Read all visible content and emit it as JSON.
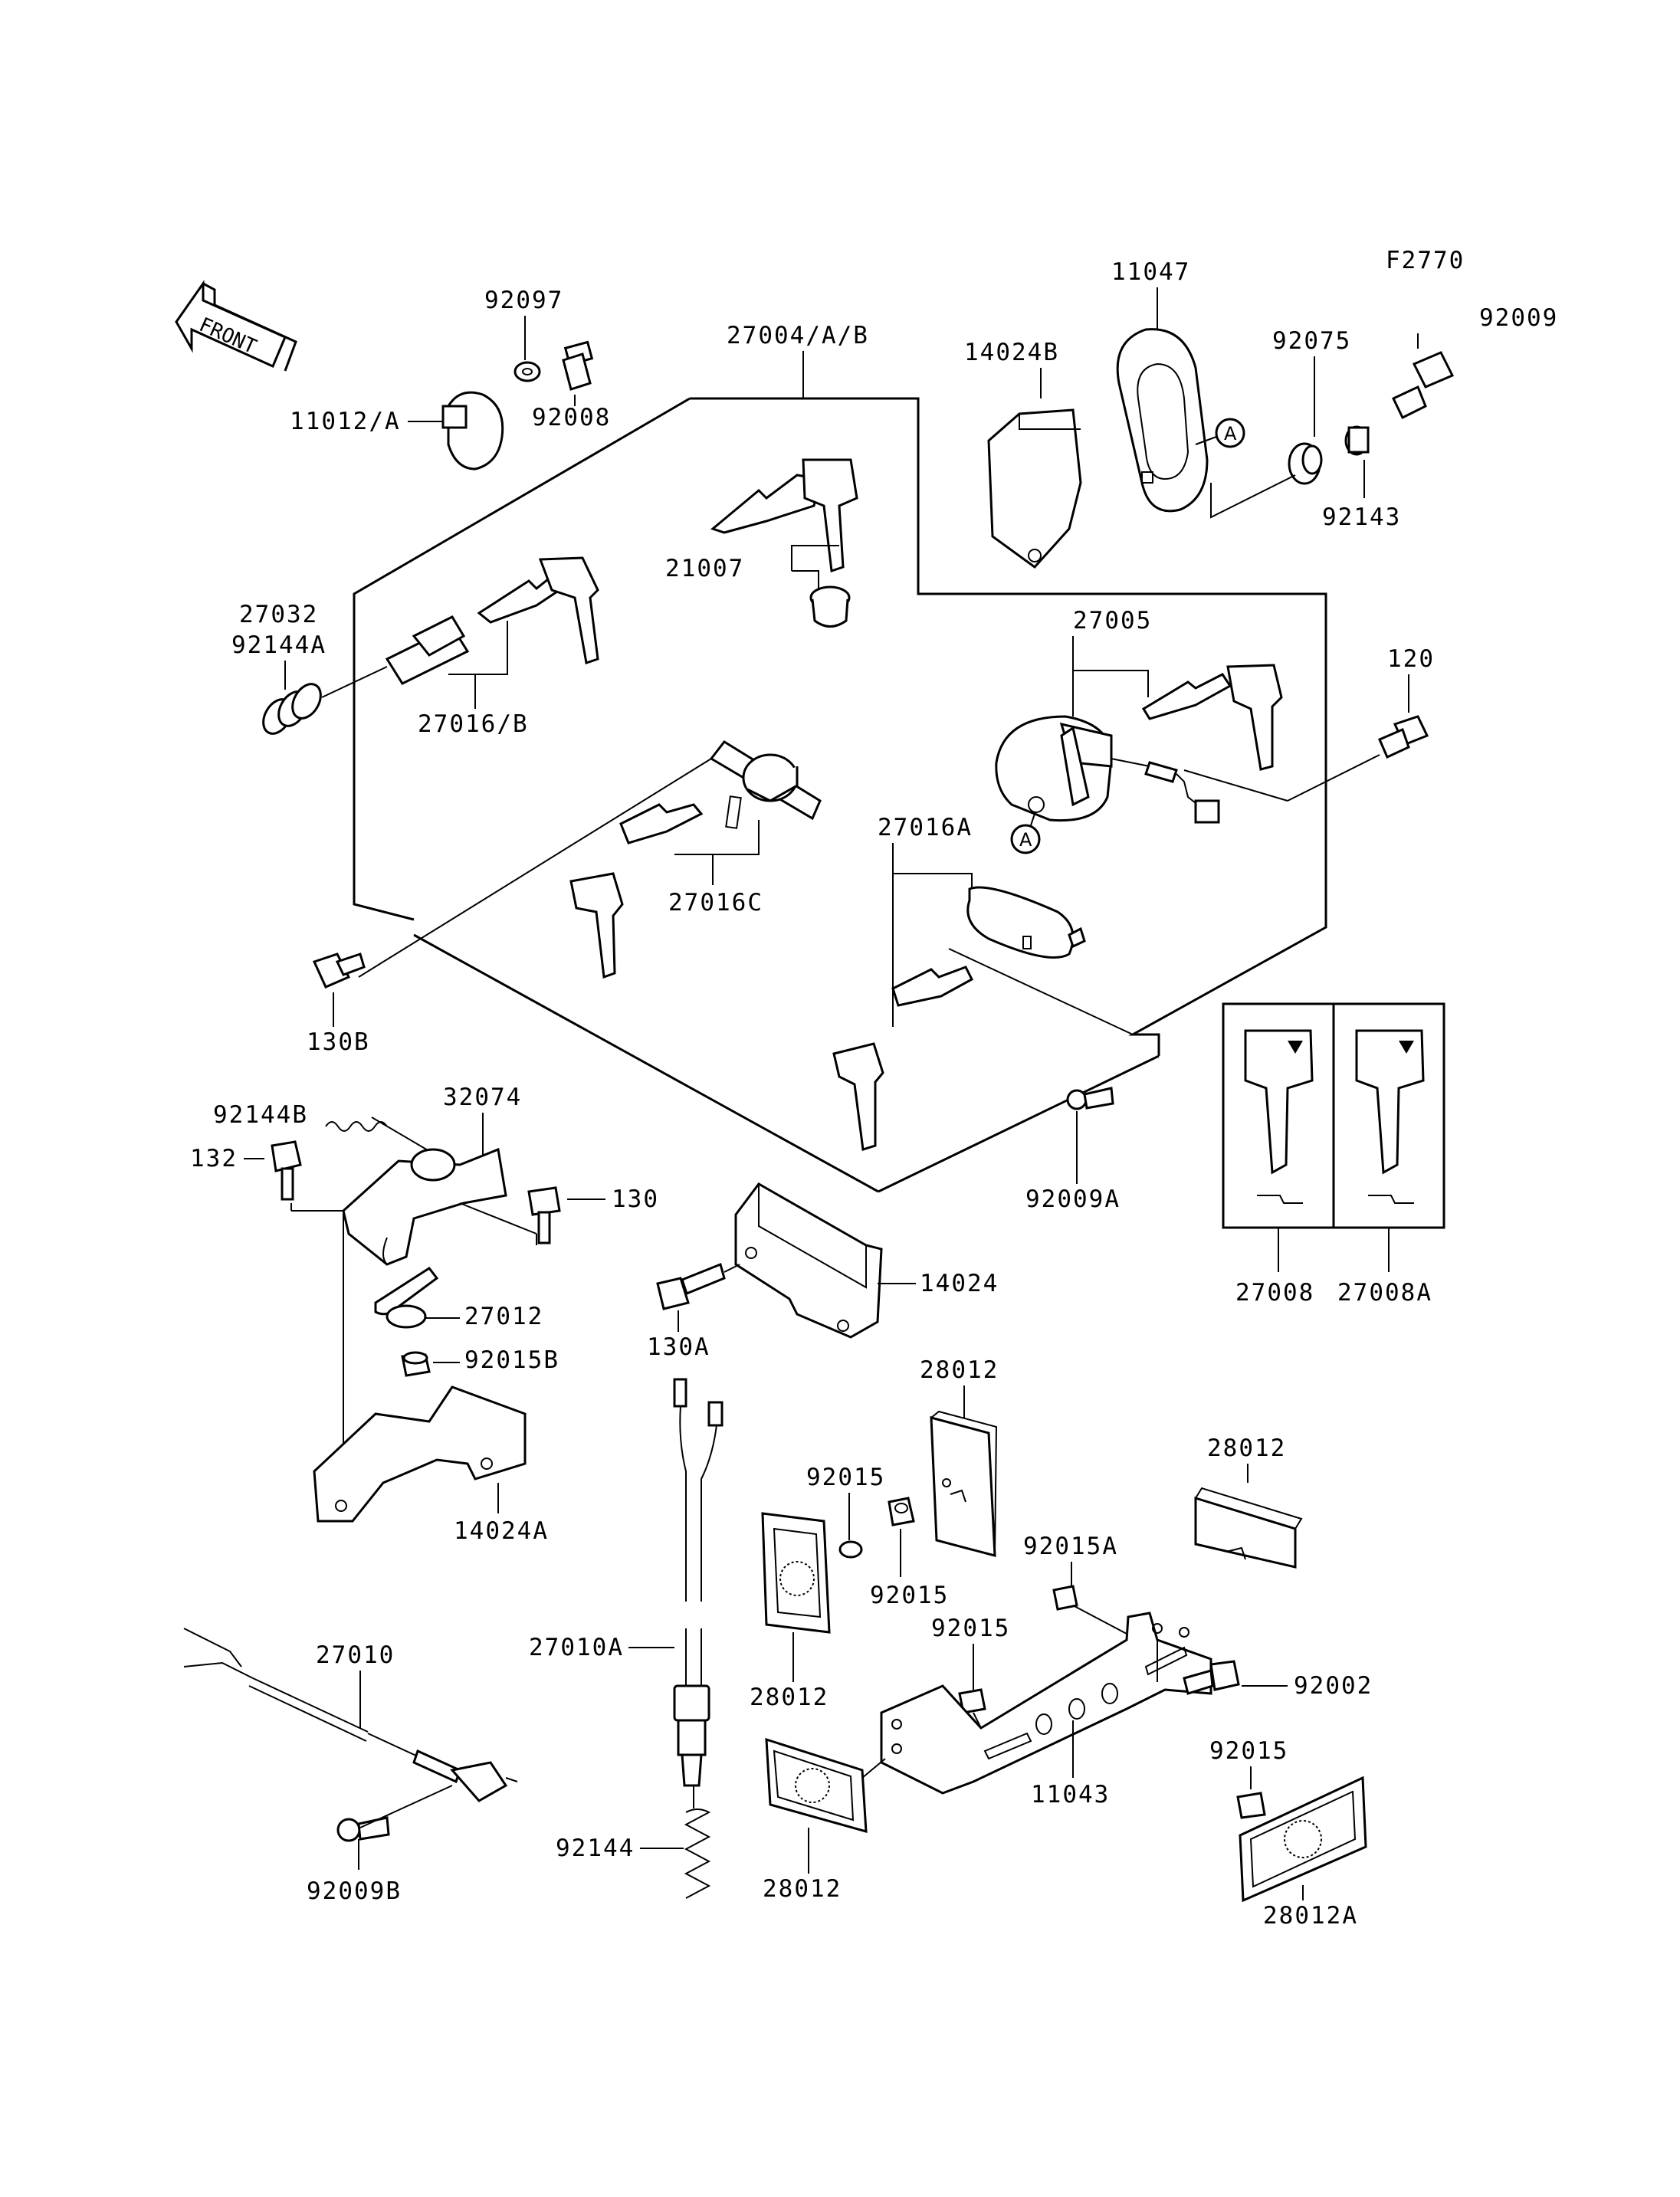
{
  "diagram_code": "F2770",
  "front_label": "FRONT",
  "callout_letter": "A",
  "labels": {
    "p92097": "92097",
    "p11012A": "11012/A",
    "p92008": "92008",
    "p27004AB": "27004/A/B",
    "p21007": "21007",
    "p27032": "27032",
    "p92144A": "92144A",
    "p27016B": "27016/B",
    "p27016C": "27016C",
    "p130B": "130B",
    "p27016A": "27016A",
    "p11047": "11047",
    "p14024B": "14024B",
    "p92009": "92009",
    "p92075": "92075",
    "p92143": "92143",
    "p27005": "27005",
    "p120": "120",
    "p92009A": "92009A",
    "p27008": "27008",
    "p27008A": "27008A",
    "p92144B": "92144B",
    "p32074": "32074",
    "p132": "132",
    "p130": "130",
    "p27012": "27012",
    "p92015B": "92015B",
    "p14024": "14024",
    "p130A": "130A",
    "p14024A": "14024A",
    "p28012_top": "28012",
    "p92015_a": "92015",
    "p92015_b": "92015",
    "p28012_right": "28012",
    "p92015A": "92015A",
    "p92015_c": "92015",
    "p28012_left": "28012",
    "p27010A": "27010A",
    "p27010": "27010",
    "p92002": "92002",
    "p11043": "11043",
    "p92015_d": "92015",
    "p92144": "92144",
    "p92009B": "92009B",
    "p28012_bottom": "28012",
    "p28012A": "28012A"
  }
}
